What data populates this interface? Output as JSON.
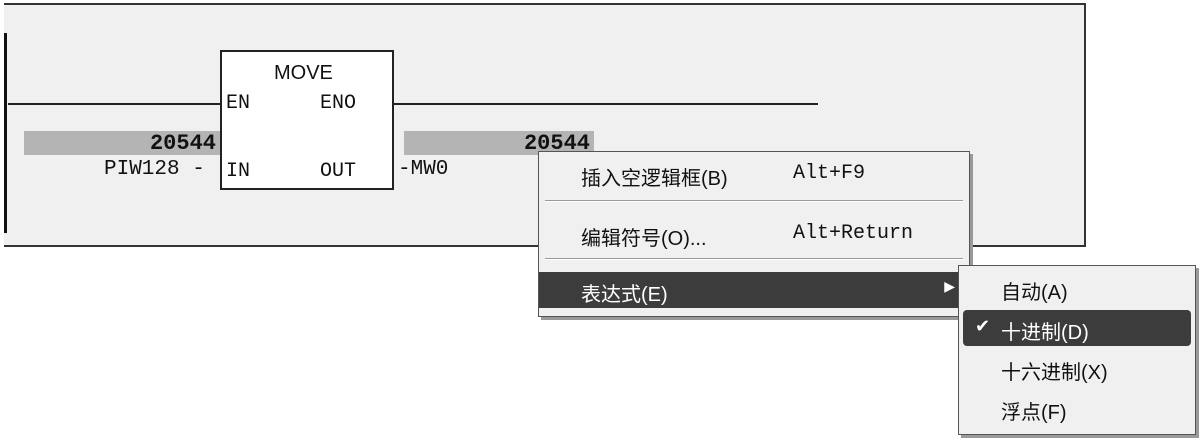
{
  "ladder": {
    "block_title": "MOVE",
    "pin_en": "EN",
    "pin_eno": "ENO",
    "pin_in": "IN",
    "pin_out": "OUT",
    "in_value": "20544",
    "out_value": "20544",
    "in_operand": "PIW128 -",
    "out_operand": "-MW0"
  },
  "context_menu": {
    "items": [
      {
        "label": "插入空逻辑框(B)",
        "shortcut": "Alt+F9"
      },
      {
        "label": "编辑符号(O)...",
        "shortcut": "Alt+Return"
      },
      {
        "label": "表达式(E)",
        "submenu_arrow": "▶"
      }
    ]
  },
  "submenu": {
    "check_mark": "✔",
    "items": [
      {
        "label": "自动(A)"
      },
      {
        "label": "十进制(D)",
        "checked": true,
        "highlighted": true
      },
      {
        "label": "十六进制(X)"
      },
      {
        "label": "浮点(F)"
      }
    ]
  },
  "colors": {
    "highlight": "#3c3c3c",
    "value_bg": "#b4b4b4",
    "menu_bg": "#f0f0f0"
  }
}
